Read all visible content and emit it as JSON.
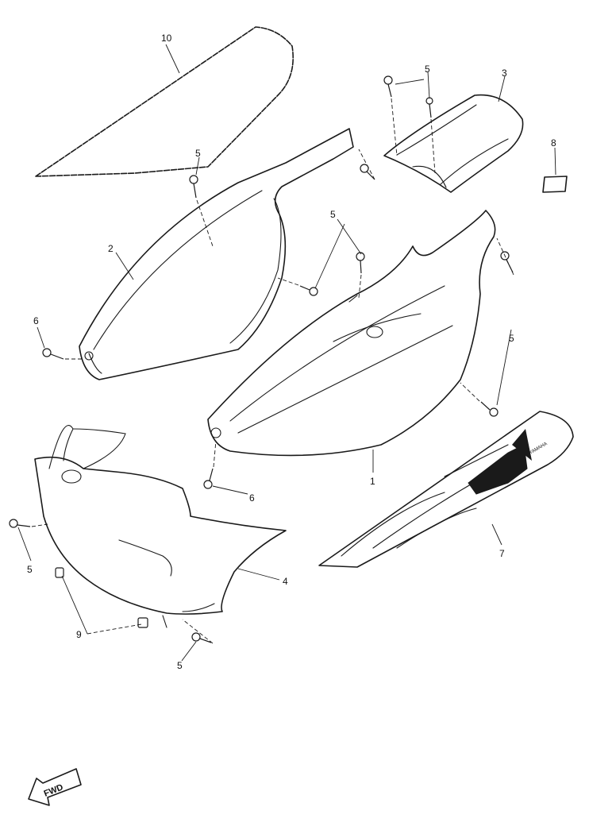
{
  "callouts": [
    "10",
    "5",
    "3",
    "8",
    "2",
    "5",
    "6",
    "1",
    "5",
    "6",
    "7",
    "5",
    "4",
    "9",
    "5",
    "5"
  ],
  "decal_text": "YAMAHA",
  "fwd_label": "FWD"
}
